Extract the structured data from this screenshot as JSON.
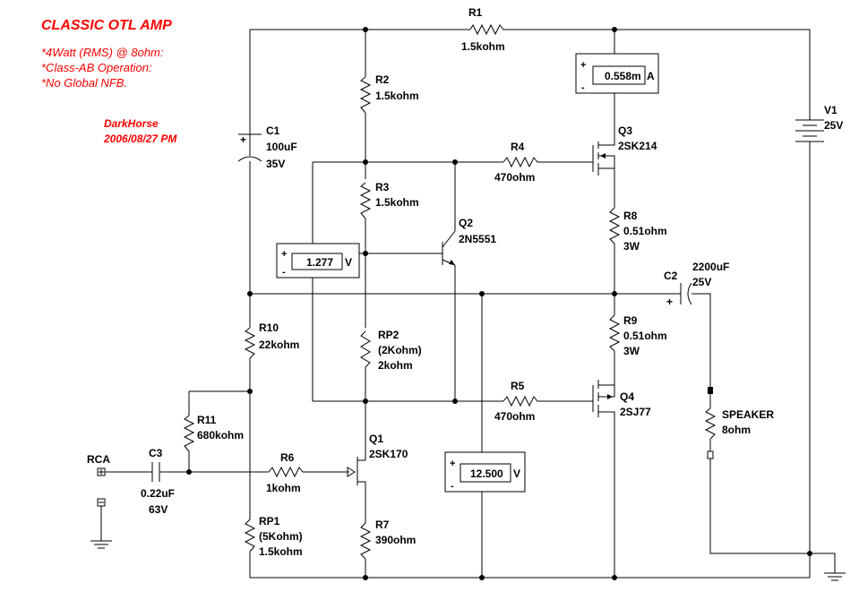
{
  "header": {
    "title": "CLASSIC OTL AMP",
    "spec1": "*4Watt (RMS) @ 8ohm:",
    "spec2": "*Class-AB Operation:",
    "spec3": "*No Global NFB.",
    "author": "DarkHorse",
    "date": "2006/08/27 PM"
  },
  "components": {
    "R1": {
      "name": "R1",
      "value": "1.5kohm"
    },
    "R2": {
      "name": "R2",
      "value": "1.5kohm"
    },
    "R3": {
      "name": "R3",
      "value": "1.5kohm"
    },
    "R4": {
      "name": "R4",
      "value": "470ohm"
    },
    "R5": {
      "name": "R5",
      "value": "470ohm"
    },
    "R6": {
      "name": "R6",
      "value": "1kohm"
    },
    "R7": {
      "name": "R7",
      "value": "390ohm"
    },
    "R8": {
      "name": "R8",
      "value": "0.51ohm",
      "power": "3W"
    },
    "R9": {
      "name": "R9",
      "value": "0.51ohm",
      "power": "3W"
    },
    "R10": {
      "name": "R10",
      "value": "22kohm"
    },
    "R11": {
      "name": "R11",
      "value": "680kohm"
    },
    "RP1": {
      "name": "RP1",
      "range": "(5Kohm)",
      "value": "1.5kohm"
    },
    "RP2": {
      "name": "RP2",
      "range": "(2Kohm)",
      "value": "2kohm"
    },
    "C1": {
      "name": "C1",
      "value": "100uF",
      "voltage": "35V"
    },
    "C2": {
      "name": "C2",
      "value": "2200uF",
      "voltage": "25V"
    },
    "C3": {
      "name": "C3",
      "value": "0.22uF",
      "voltage": "63V"
    },
    "Q1": {
      "name": "Q1",
      "part": "2SK170"
    },
    "Q2": {
      "name": "Q2",
      "part": "2N5551"
    },
    "Q3": {
      "name": "Q3",
      "part": "2SK214"
    },
    "Q4": {
      "name": "Q4",
      "part": "2SJ77"
    },
    "V1": {
      "name": "V1",
      "value": "25V"
    },
    "SPEAKER": {
      "name": "SPEAKER",
      "value": "8ohm"
    },
    "RCA": {
      "name": "RCA"
    }
  },
  "meters": {
    "ammeter": {
      "value": "0.558m",
      "unit": "A"
    },
    "vbias": {
      "value": "1.277",
      "unit": "V"
    },
    "vmid": {
      "value": "12.500",
      "unit": "V"
    }
  }
}
